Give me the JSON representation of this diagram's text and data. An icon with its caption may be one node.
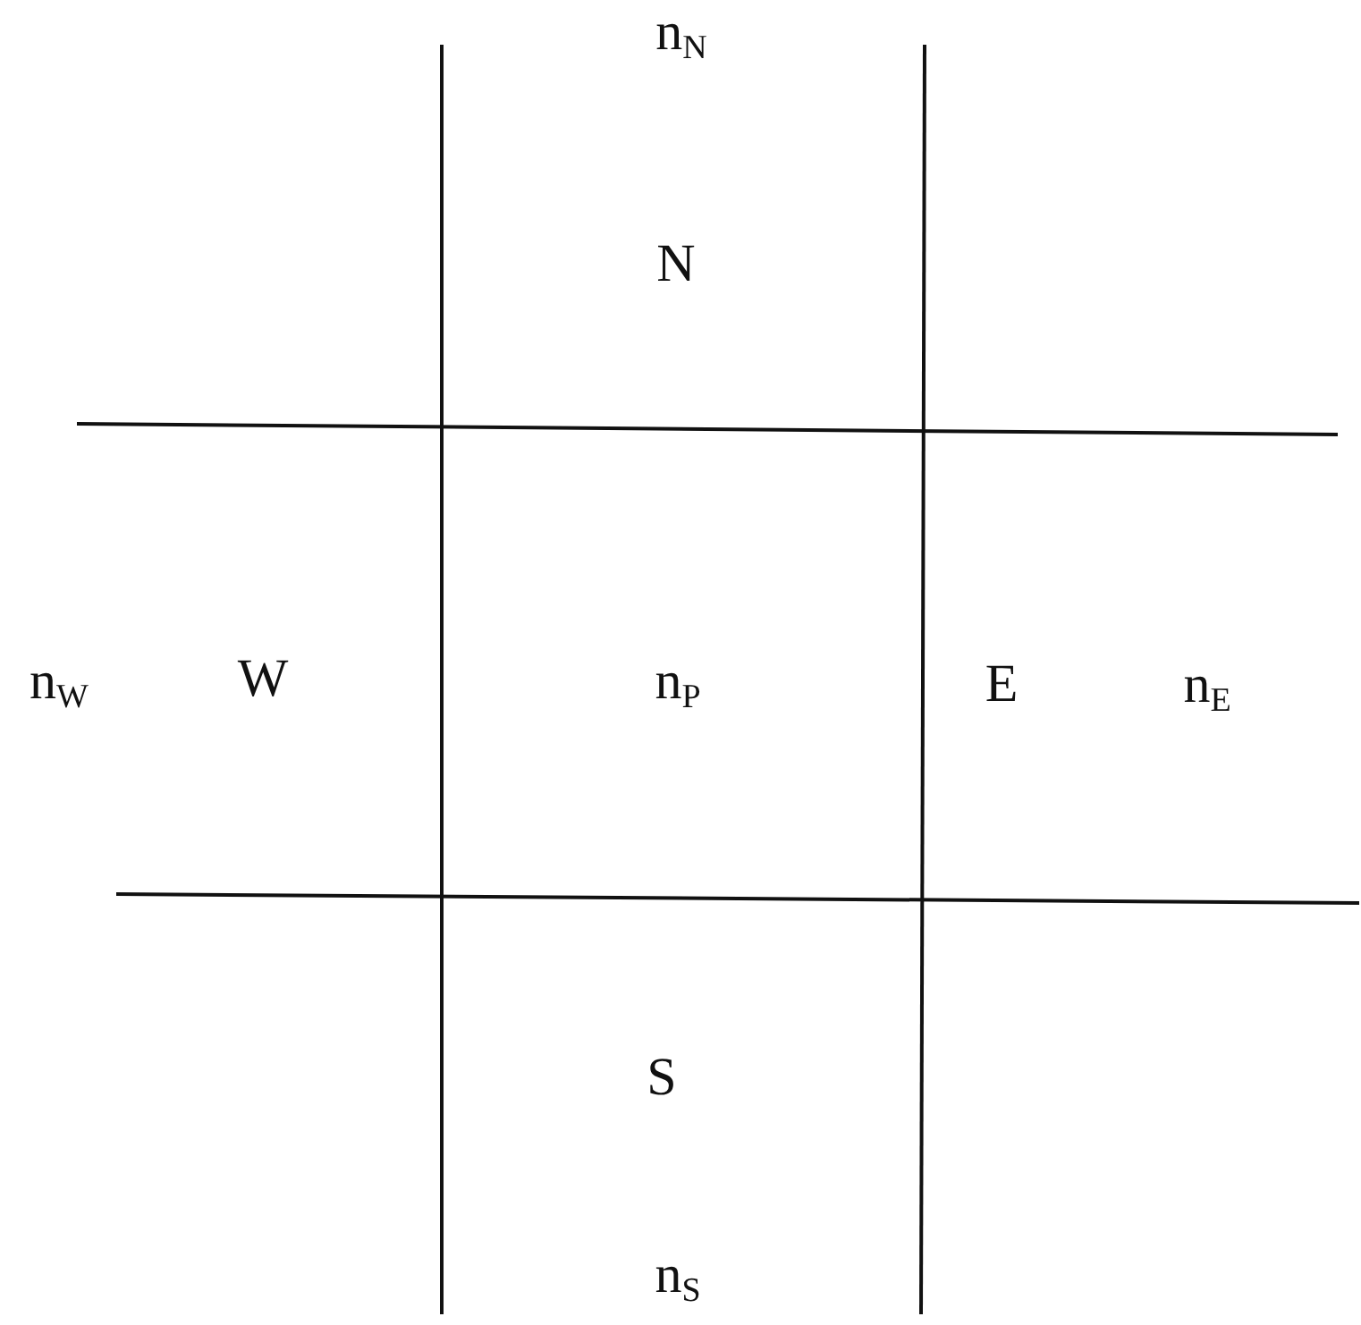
{
  "diagram": {
    "labels": [
      "n$_{N}$",
      "N",
      "n$_{W}$",
      "W",
      "n$_{P}$",
      "E",
      "n$_{E}$",
      "S",
      "n$_{S}$"
    ]
  }
}
